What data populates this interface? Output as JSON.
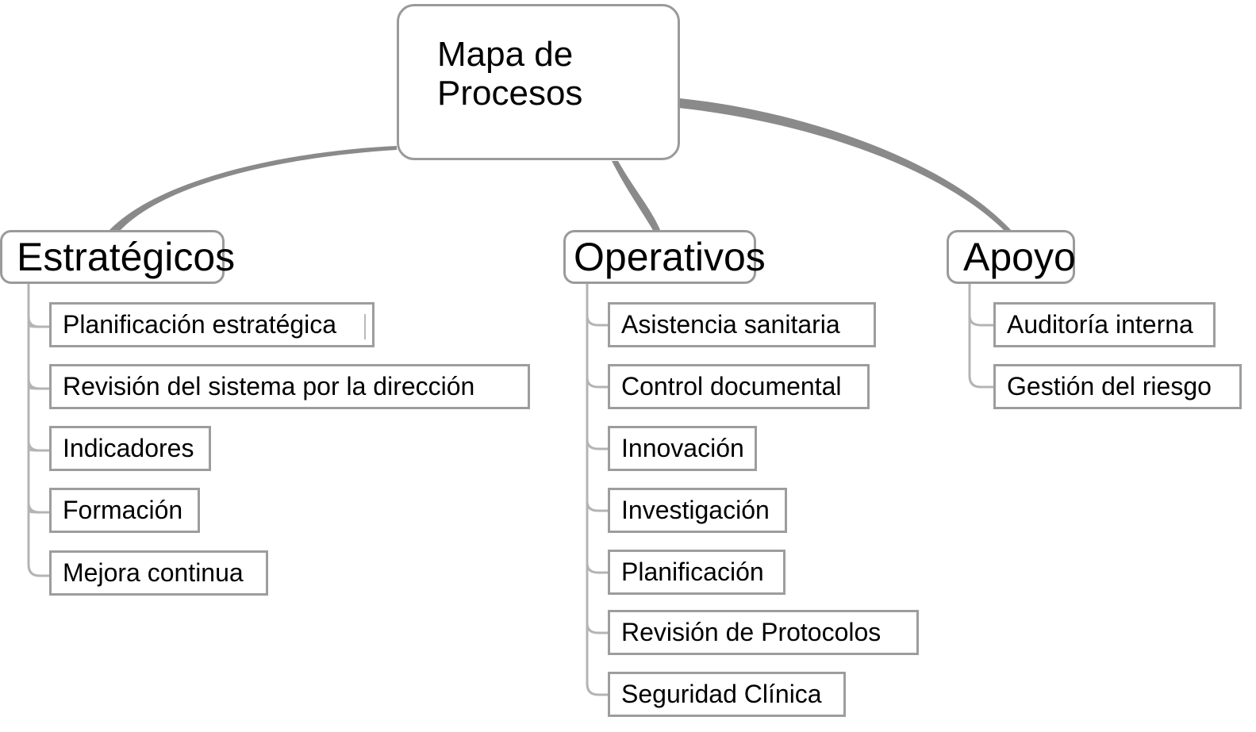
{
  "diagram": {
    "title": "Mapa de Procesos",
    "root": {
      "label_line1": "Mapa de",
      "label_line2": "Procesos"
    },
    "branches": [
      {
        "id": "estrategicos",
        "label": "Estratégicos",
        "items": [
          {
            "label": "Planificación estratégica"
          },
          {
            "label": "Revisión del sistema por la dirección"
          },
          {
            "label": "Indicadores"
          },
          {
            "label": "Formación"
          },
          {
            "label": "Mejora continua"
          }
        ]
      },
      {
        "id": "operativos",
        "label": "Operativos",
        "items": [
          {
            "label": "Asistencia sanitaria"
          },
          {
            "label": "Control documental"
          },
          {
            "label": "Innovación"
          },
          {
            "label": "Investigación"
          },
          {
            "label": "Planificación"
          },
          {
            "label": "Revisión de Protocolos"
          },
          {
            "label": "Seguridad Clínica"
          }
        ]
      },
      {
        "id": "apoyo",
        "label": "Apoyo",
        "items": [
          {
            "label": "Auditoría interna"
          },
          {
            "label": "Gestión del riesgo"
          }
        ]
      }
    ],
    "colors": {
      "background": "#ffffff",
      "node_fill": "#ffffff",
      "node_border": "#9a9a9a",
      "leaf_border": "#9d9d9d",
      "edge_stroke": "#8a8a8a",
      "text": "#000000"
    }
  }
}
